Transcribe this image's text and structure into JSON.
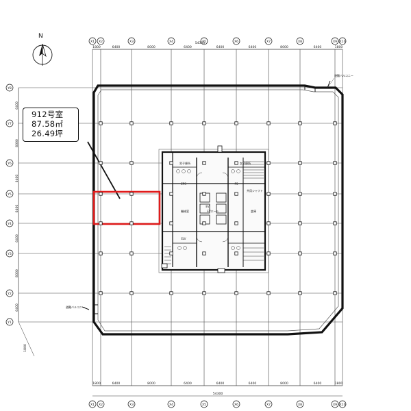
{
  "room": {
    "number": "912号室",
    "area_m2": "87.58㎡",
    "area_tsubo": "26.49坪"
  },
  "compass": {
    "label": "N"
  },
  "columns": [
    {
      "label": "X1"
    },
    {
      "label": "X2"
    },
    {
      "label": "X3"
    },
    {
      "label": "X4"
    },
    {
      "label": "X5"
    },
    {
      "label": "X6"
    },
    {
      "label": "X7"
    },
    {
      "label": "X8"
    },
    {
      "label": "X9"
    },
    {
      "label": "X10"
    }
  ],
  "rows": [
    {
      "label": "Y8"
    },
    {
      "label": "Y7"
    },
    {
      "label": "Y6"
    },
    {
      "label": "Y5"
    },
    {
      "label": "Y4"
    },
    {
      "label": "Y3"
    },
    {
      "label": "Y2"
    },
    {
      "label": "Y1"
    }
  ],
  "top_spans": [
    "1800",
    "6400",
    "8000",
    "6400",
    "6400",
    "6400",
    "8000",
    "6400",
    "1800"
  ],
  "top_total": "54300",
  "bottom_spans": [
    "1800",
    "6400",
    "8000",
    "6400",
    "6400",
    "6400",
    "8000",
    "6400",
    "1800"
  ],
  "bottom_total": "54300",
  "left_spans": [
    "6400",
    "8000",
    "6400",
    "6400",
    "6400",
    "8000",
    "6400"
  ],
  "left_extra": "1800",
  "annotations": {
    "balcony_ne": "避難バルコニー",
    "balcony_sw": "避難バルコニー"
  },
  "core_labels": {
    "ev": "EV",
    "ev_hall": "EVホール",
    "eps": "EPS",
    "ps": "PS",
    "elv": "ELV",
    "wc_m": "男子便所",
    "wc_f": "女子便所",
    "machine": "機械室",
    "shaft": "共用シャフト",
    "storage": "倉庫"
  },
  "colors": {
    "highlight": "#e01b1b",
    "line": "#222222"
  }
}
